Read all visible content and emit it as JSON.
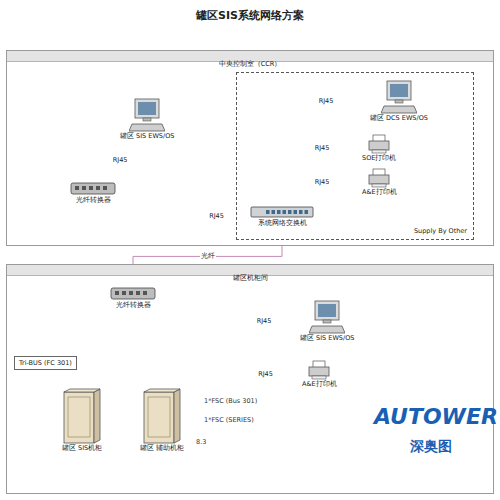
{
  "diagram": {
    "title": "罐区SIS系统网络方案",
    "nodes": [
      {
        "text": [
          "中央控制室（CCR）"
        ]
      },
      {
        "text": [
          "Supply By Other"
        ],
        "in": 0
      },
      {
        "text": [
          "罐区 SIS EWS/OS"
        ],
        "in": 0
      },
      {
        "text": [
          "光纤转换器"
        ],
        "in": 0
      },
      {
        "text": [
          "系统网络交换机"
        ],
        "in": 1
      },
      {
        "text": [
          "罐区 DCS EWS/OS"
        ],
        "in": 1
      },
      {
        "text": [
          "SOE打印机"
        ],
        "in": 1
      },
      {
        "text": [
          "A&E打印机"
        ],
        "in": 1
      },
      {
        "text": [
          "罐区机柜间"
        ]
      },
      {
        "text": [
          "光纤转换器"
        ],
        "in": 8
      },
      {
        "text": [
          "罐区 SIS EWS/OS"
        ],
        "in": 8
      },
      {
        "text": [
          "A&E打印机"
        ],
        "in": 8
      },
      {
        "text": [
          "Tri-BUS (FC 301)"
        ],
        "in": 8
      },
      {
        "text": [
          "罐区 SIS机柜"
        ],
        "in": 8
      },
      {
        "text": [
          "罐区 辅助机柜"
        ],
        "in": 8
      }
    ],
    "edges": [
      {
        "from": 2,
        "to": 3,
        "label": "RJ45",
        "arrow": "none"
      },
      {
        "from": 3,
        "to": 4,
        "label": "RJ45",
        "arrow": "none"
      },
      {
        "from": 4,
        "to": 5,
        "label": "RJ45",
        "arrow": "none"
      },
      {
        "from": 4,
        "to": 6,
        "label": "RJ45",
        "arrow": "none"
      },
      {
        "from": 4,
        "to": 7,
        "label": "RJ45",
        "arrow": "none"
      },
      {
        "from": 4,
        "to": 9,
        "label": "光纤",
        "arrow": "none"
      },
      {
        "from": 9,
        "to": 10,
        "label": "RJ45",
        "arrow": "none"
      },
      {
        "from": 9,
        "to": 11,
        "label": "RJ45",
        "arrow": "none"
      },
      {
        "from": 9,
        "to": 13,
        "arrow": "none"
      },
      {
        "from": 9,
        "to": 14,
        "arrow": "none"
      },
      {
        "from": 12,
        "to": 13,
        "arrow": "none"
      }
    ],
    "labels": [
      "1*FSC (Bus 301)",
      "1*FSC (SERIES)",
      "8.3",
      "AUTOWER",
      "深奥图"
    ]
  }
}
